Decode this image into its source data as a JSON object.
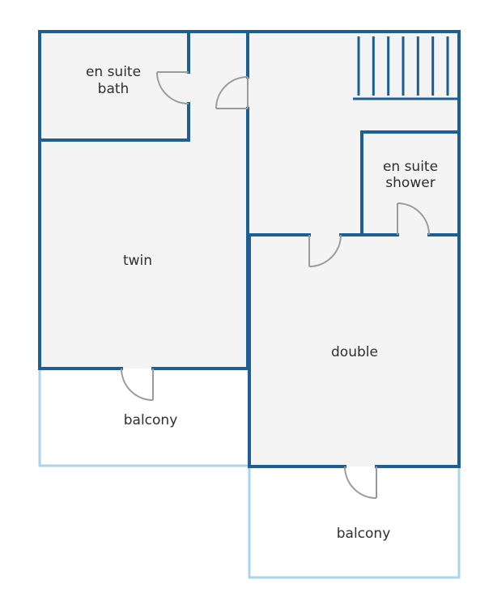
{
  "colors": {
    "wall": "#1c5e96",
    "balcony_wall": "#a9d4ea",
    "floor": "#f4f4f4",
    "door": "#9a9a9a",
    "text": "#2e2e2e"
  },
  "rooms": {
    "en_suite_bath": {
      "line1": "en suite",
      "line2": "bath"
    },
    "en_suite_shower": {
      "line1": "en suite",
      "line2": "shower"
    },
    "twin": {
      "label": "twin"
    },
    "double": {
      "label": "double"
    },
    "balcony_left": {
      "label": "balcony"
    },
    "balcony_right": {
      "label": "balcony"
    }
  },
  "stairs": {
    "tread_count": 7
  }
}
